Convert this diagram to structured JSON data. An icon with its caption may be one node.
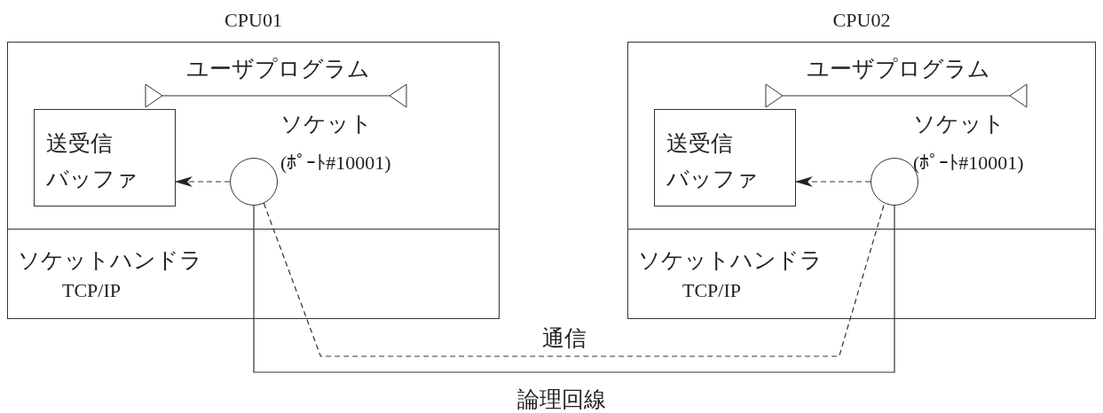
{
  "diagram": {
    "nodes": [
      {
        "text": [
          "CPU01"
        ]
      },
      {
        "text": [
          "ユーザプログラム"
        ],
        "in": 0
      },
      {
        "text": [
          "送受信バッファ"
        ],
        "in": 1
      },
      {
        "text": [],
        "shape": "circle",
        "in": 1,
        "beside": [
          "ソケット",
          "(ﾎﾟｰﾄ#10001)"
        ]
      },
      {
        "text": [
          "ソケットハンドラ",
          "TCP/IP"
        ],
        "in": 0
      },
      {
        "text": [
          "CPU02"
        ]
      },
      {
        "text": [
          "ユーザプログラム"
        ],
        "in": 5
      },
      {
        "text": [
          "送受信バッファ"
        ],
        "in": 6
      },
      {
        "text": [],
        "shape": "circle",
        "in": 6,
        "beside": [
          "ソケット",
          "(ﾎﾟｰﾄ#10001)"
        ]
      },
      {
        "text": [
          "ソケットハンドラ",
          "TCP/IP"
        ],
        "in": 5
      }
    ],
    "edges": [
      {
        "from": 3,
        "to": 2,
        "arrow": "to",
        "style": "dashed"
      },
      {
        "from": 8,
        "to": 7,
        "arrow": "to",
        "style": "dashed"
      },
      {
        "from": 3,
        "to": 8,
        "arrow": "none",
        "style": "dashed",
        "label": "通信"
      },
      {
        "from": 3,
        "to": 8,
        "arrow": "none",
        "label": "論理回線"
      }
    ]
  }
}
